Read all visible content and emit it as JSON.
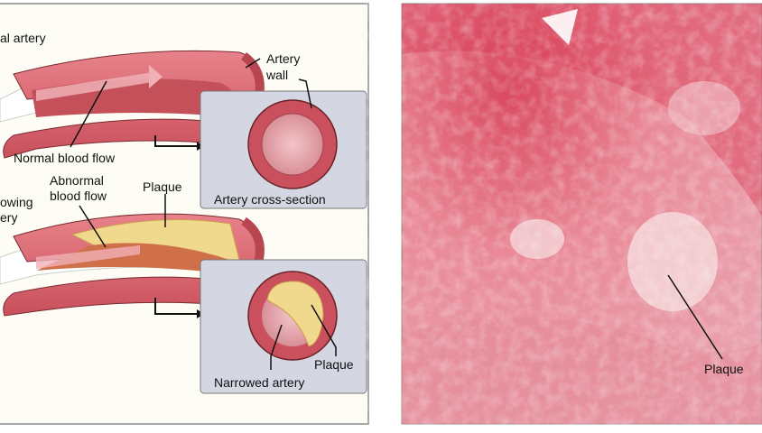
{
  "left_panel": {
    "normal_artery_label": "al artery",
    "artery_wall_label_1": "Artery",
    "artery_wall_label_2": "wall",
    "normal_flow_label": "Normal blood flow",
    "cross_section_label": "Artery cross-section",
    "abnormal_flow_label_1": "Abnormal",
    "abnormal_flow_label_2": "blood flow",
    "plaque_label_top": "Plaque",
    "narrowing_label_1": "owing",
    "narrowing_label_2": "ery",
    "plaque_label_cross": "Plaque",
    "narrowed_artery_label": "Narrowed artery"
  },
  "right_panel": {
    "plaque_label": "Plaque"
  },
  "colors": {
    "background": "#fdfdf5",
    "artery": "#d9606a",
    "artery_dark": "#a83a44",
    "plaque": "#f0d98c",
    "box": "#d4d6e2",
    "tissue": "#e48a98"
  }
}
